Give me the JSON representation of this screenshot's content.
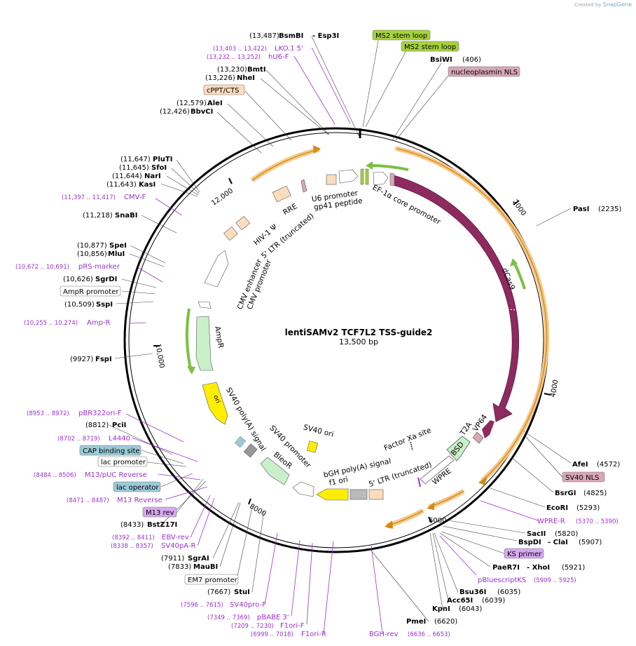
{
  "credit": {
    "prefix": "Created by",
    "brand": "SnapGene"
  },
  "title": "lentiSAMv2 TCF7L2 TSS-guide2",
  "length_label": "13,500 bp",
  "ticks": [
    {
      "pos": 2000,
      "label": "2000"
    },
    {
      "pos": 4000,
      "label": "4000"
    },
    {
      "pos": 6000,
      "label": "6000"
    },
    {
      "pos": 8000,
      "label": "8000"
    },
    {
      "pos": 10000,
      "label": "10,000"
    },
    {
      "pos": 12000,
      "label": "12,000"
    }
  ],
  "enzymes_left": [
    {
      "pos": "(13,487)",
      "name": "BsmBI",
      "extra": "- Esp3I"
    },
    {
      "pos": "(13,230)",
      "name": "BmtI"
    },
    {
      "pos": "(13,226)",
      "name": "NheI"
    },
    {
      "pos": "(12,579)",
      "name": "AleI"
    },
    {
      "pos": "(12,426)",
      "name": "BbvCI"
    },
    {
      "pos": "(11,647)",
      "name": "PluTI"
    },
    {
      "pos": "(11,645)",
      "name": "SfoI"
    },
    {
      "pos": "(11,644)",
      "name": "NarI"
    },
    {
      "pos": "(11,643)",
      "name": "KasI"
    },
    {
      "pos": "(11,218)",
      "name": "SnaBI"
    },
    {
      "pos": "(10,877)",
      "name": "SpeI"
    },
    {
      "pos": "(10,856)",
      "name": "MluI"
    },
    {
      "pos": "(10,626)",
      "name": "SgrDI"
    },
    {
      "pos": "(10,509)",
      "name": "SspI"
    },
    {
      "pos": "(9927)",
      "name": "FspI"
    },
    {
      "pos": "(8812)",
      "name": "PciI"
    },
    {
      "pos": "(8433)",
      "name": "BstZ17I"
    },
    {
      "pos": "(7911)",
      "name": "SgrAI"
    },
    {
      "pos": "(7833)",
      "name": "MauBI"
    },
    {
      "pos": "(7667)",
      "name": "StuI"
    },
    {
      "pos": "(6620)",
      "name": "PmeI"
    },
    {
      "pos": "(6043)",
      "name": "KpnI"
    },
    {
      "pos": "(6039)",
      "name": "Acc65I"
    },
    {
      "pos": "(6035)",
      "name": "Bsu36I"
    }
  ],
  "enzymes_right": [
    {
      "name": "BsiWI",
      "pos": "(406)"
    },
    {
      "name": "PasI",
      "pos": "(2235)"
    },
    {
      "name": "AfeI",
      "pos": "(4572)"
    },
    {
      "name": "BsrGI",
      "pos": "(4825)"
    },
    {
      "name": "EcoRI",
      "pos": "(5293)"
    },
    {
      "name": "SacII",
      "pos": "(5820)"
    },
    {
      "name": "BspDI",
      "extra": "- ClaI",
      "pos": "(5907)"
    },
    {
      "name": "PaeR7I",
      "extra": "- XhoI",
      "pos": "(5921)"
    }
  ],
  "primers": [
    {
      "range": "(13,403 .. 13,422)",
      "name": "LKO.1 5'"
    },
    {
      "range": "(13,232 .. 13,252)",
      "name": "hU6-F"
    },
    {
      "range": "(11,397 .. 11,417)",
      "name": "CMV-F"
    },
    {
      "range": "(10,672 .. 10,691)",
      "name": "pRS-marker"
    },
    {
      "range": "(10,255 .. 10,274)",
      "name": "Amp-R"
    },
    {
      "range": "(8953 .. 8972)",
      "name": "pBR322ori-F"
    },
    {
      "range": "(8702 .. 8719)",
      "name": "L4440"
    },
    {
      "range": "(8484 .. 8506)",
      "name": "M13/pUC Reverse"
    },
    {
      "range": "(8471 .. 8487)",
      "name": "M13 Reverse"
    },
    {
      "range": "(8392 .. 8411)",
      "name": "EBV-rev"
    },
    {
      "range": "(8338 .. 8357)",
      "name": "SV40pA-R"
    },
    {
      "range": "(7596 .. 7615)",
      "name": "SV40pro-F"
    },
    {
      "range": "(7349 .. 7369)",
      "name": "pBABE 3'"
    },
    {
      "range": "(7209 .. 7230)",
      "name": "F1ori-F"
    },
    {
      "range": "(6999 .. 7018)",
      "name": "F1ori-R"
    },
    {
      "range": "(6636 .. 6653)",
      "name": "BGH-rev"
    },
    {
      "range": "(5909 .. 5925)",
      "name": "pBluescriptKS"
    },
    {
      "range": "(5370 .. 5390)",
      "name": "WPRE-R"
    }
  ],
  "boxed_labels": [
    {
      "text": "MS2 stem loop",
      "fill": "#a6d23c"
    },
    {
      "text": "MS2 stem loop",
      "fill": "#a6d23c"
    },
    {
      "text": "nucleoplasmin NLS",
      "fill": "#d9a7b6"
    },
    {
      "text": "cPPT/CTS",
      "fill": "#fcdcbd"
    },
    {
      "text": "AmpR promoter",
      "fill": "#ffffff"
    },
    {
      "text": "CAP binding site",
      "fill": "#9ccbd8"
    },
    {
      "text": "lac promoter",
      "fill": "#ffffff"
    },
    {
      "text": "lac operator",
      "fill": "#9ccbd8"
    },
    {
      "text": "M13 rev",
      "fill": "#d8a8f0"
    },
    {
      "text": "EM7 promoter",
      "fill": "#ffffff"
    },
    {
      "text": "SV40 NLS",
      "fill": "#d9a7b6"
    },
    {
      "text": "KS primer",
      "fill": "#d8a8f0"
    }
  ],
  "features": [
    {
      "text": "U6 promoter"
    },
    {
      "text": "gp41 peptide"
    },
    {
      "text": "EF-1α core promoter"
    },
    {
      "text": "RRE"
    },
    {
      "text": "HIV-1 Ψ"
    },
    {
      "text": "5' LTR (truncated)"
    },
    {
      "text": "CMV enhancer"
    },
    {
      "text": "CMV promoter"
    },
    {
      "text": "AmpR"
    },
    {
      "text": "ori"
    },
    {
      "text": "SV40 poly(A) signal"
    },
    {
      "text": "SV40 promoter"
    },
    {
      "text": "BleoR"
    },
    {
      "text": "SV40 ori"
    },
    {
      "text": "bGH poly(A) signal"
    },
    {
      "text": "f1 ori"
    },
    {
      "text": "5' LTR (truncated)"
    },
    {
      "text": "Factor Xa site"
    },
    {
      "text": "WPRE"
    },
    {
      "text": "BSD"
    },
    {
      "text": "T2A"
    },
    {
      "text": "VP64"
    },
    {
      "text": "dCas9"
    }
  ],
  "colors": {
    "enzyme": "#000000",
    "primer": "#9b30d0",
    "dcas9": "#8d2a5f",
    "orange_outline": "#f5c98c",
    "orange_arrow": "#d38b13",
    "green_arrow": "#7bc043",
    "ori_yellow": "#ffee00"
  }
}
